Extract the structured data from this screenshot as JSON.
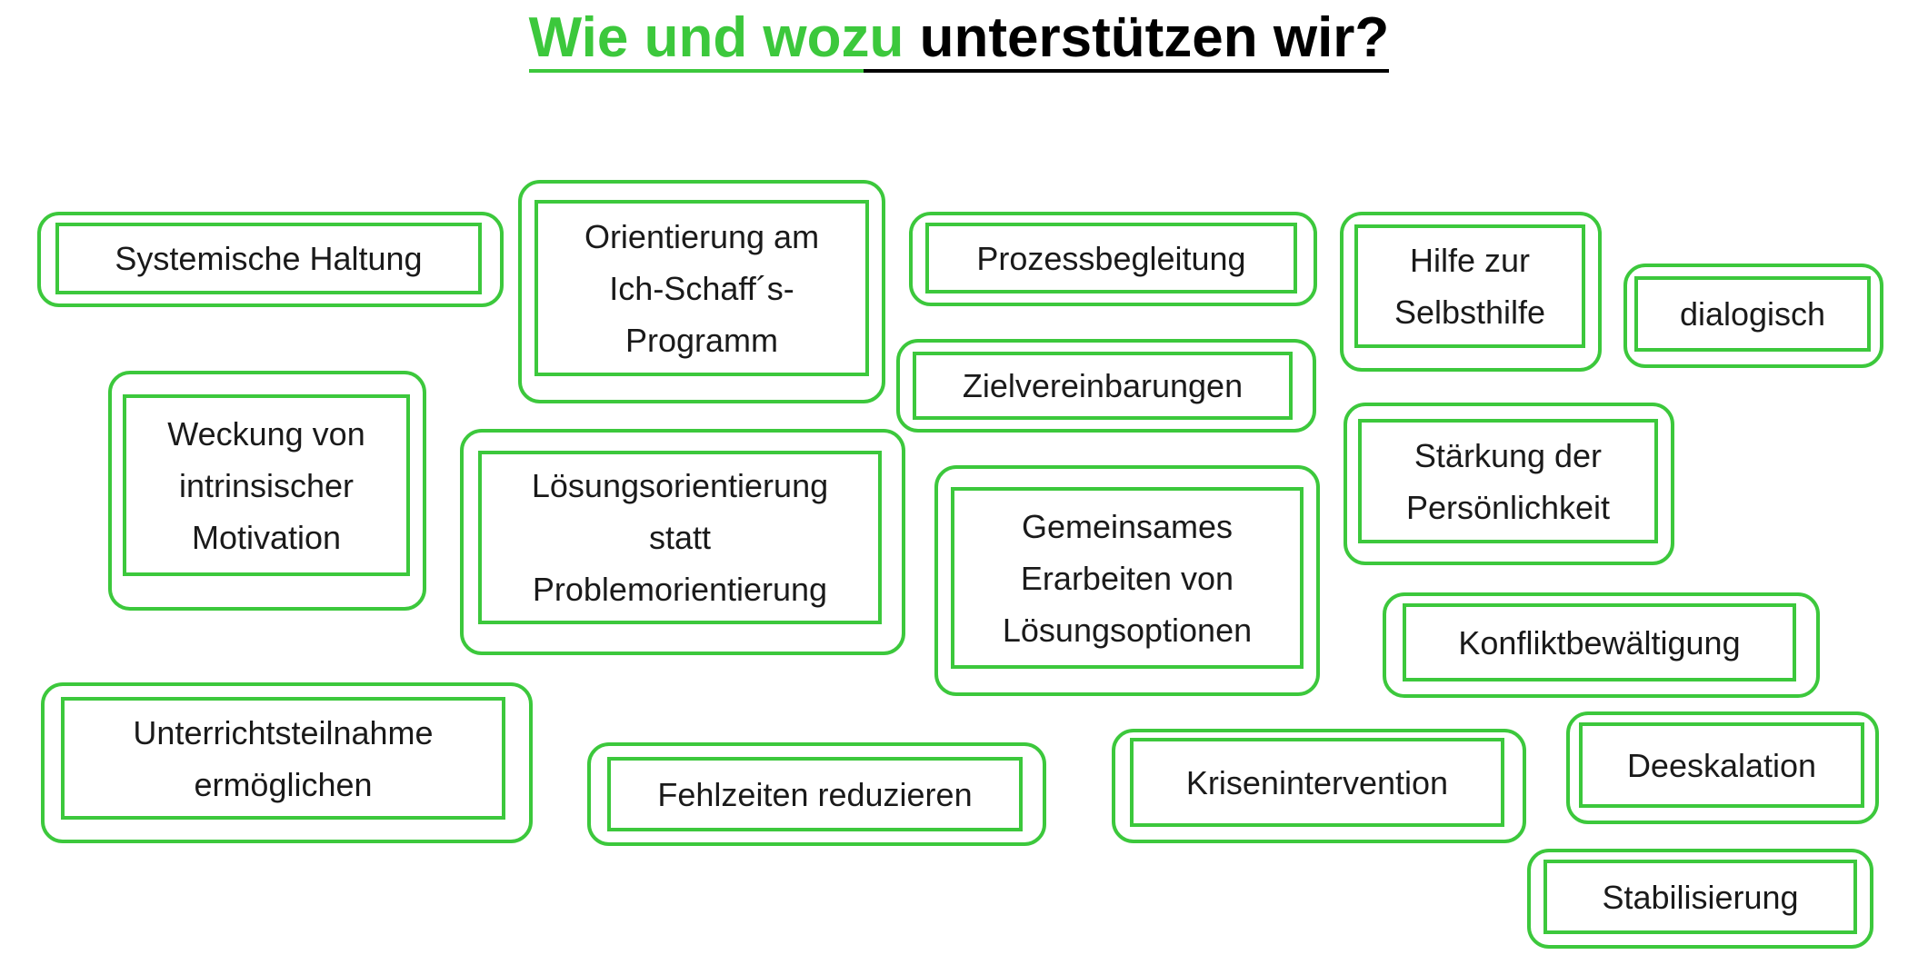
{
  "title": {
    "part_green": "Wie und wozu",
    "part_black": "unterstützen wir?"
  },
  "colors": {
    "accent": "#3cc83c",
    "text": "#1a1a1a",
    "title_black": "#000000"
  },
  "boxes": {
    "systemische_haltung": "Systemische Haltung",
    "orientierung": "Orientierung am\nIch-Schaff´s-\nProgramm",
    "prozessbegleitung": "Prozessbegleitung",
    "hilfe_zur_selbsthilfe": "Hilfe zur\nSelbsthilfe",
    "dialogisch": "dialogisch",
    "zielvereinbarungen": "Zielvereinbarungen",
    "weckung": "Weckung von\nintrinsischer\nMotivation",
    "loesungsorientierung": "Lösungsorientierung\nstatt\nProblemorientierung",
    "staerkung": "Stärkung der\nPersönlichkeit",
    "gemeinsames": "Gemeinsames\nErarbeiten von\nLösungsoptionen",
    "konfliktbewaeltigung": "Konfliktbewältigung",
    "unterricht": "Unterrichtsteilnahme\nermöglichen",
    "fehlzeiten": "Fehlzeiten reduzieren",
    "krisenintervention": "Krisenintervention",
    "deeskalation": "Deeskalation",
    "stabilisierung": "Stabilisierung"
  }
}
